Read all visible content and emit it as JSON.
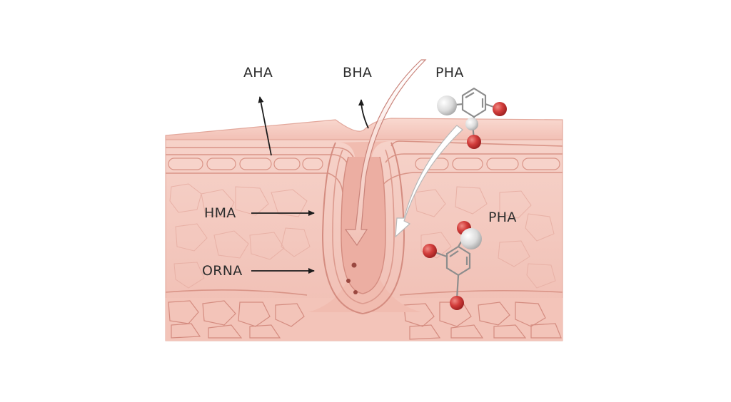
{
  "labels": {
    "aha": "AHA",
    "bha": "BHA",
    "pha_top": "PHA",
    "pha_right": "PHA",
    "hma": "HMA",
    "orna": "ORNA"
  },
  "colors": {
    "skin_surface": "#f6cdc3",
    "skin_tissue": "#f3c3b9",
    "skin_lines": "#d99487",
    "follicle_inner": "#e7a59a",
    "atom_red": "#cf3a3a",
    "atom_white": "#dcdcdc",
    "bond": "#8d8d8d",
    "arrow": "#1c1c1c"
  },
  "icons": {
    "molecule_top": "molecule-icon",
    "molecule_right": "molecule-icon"
  }
}
